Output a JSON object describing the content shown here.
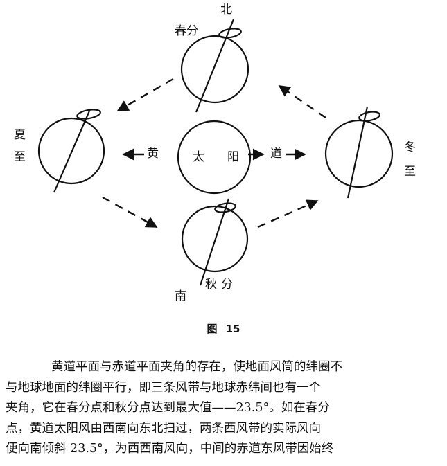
{
  "figure": {
    "labels": {
      "north": "北",
      "spring_equinox": "春分",
      "summer_solstice_top": "夏",
      "summer_solstice_bottom": "至",
      "winter_solstice_top": "冬",
      "winter_solstice_bottom": "至",
      "autumn_equinox": "秋分",
      "south": "南",
      "sun_left": "太",
      "sun_right": "阳",
      "ecliptic_left": "黄",
      "ecliptic_right": "道"
    },
    "caption_prefix": "图",
    "caption_number": "15"
  },
  "body": {
    "lines": [
      "黄道平面与赤道平面夹角的存在，使地面风筒的纬圈不",
      "与地球地面的纬圈平行，即三条风带与地球赤纬间也有一个",
      "夹角，它在春分点和秋分点达到最大值——23.5°。如在春分",
      "点，黄道太阳风由西南向东北扫过，两条西风带的实际风向",
      "便向南倾斜 23.5°，为西西南风向，中间的赤道东风带因始终"
    ]
  }
}
